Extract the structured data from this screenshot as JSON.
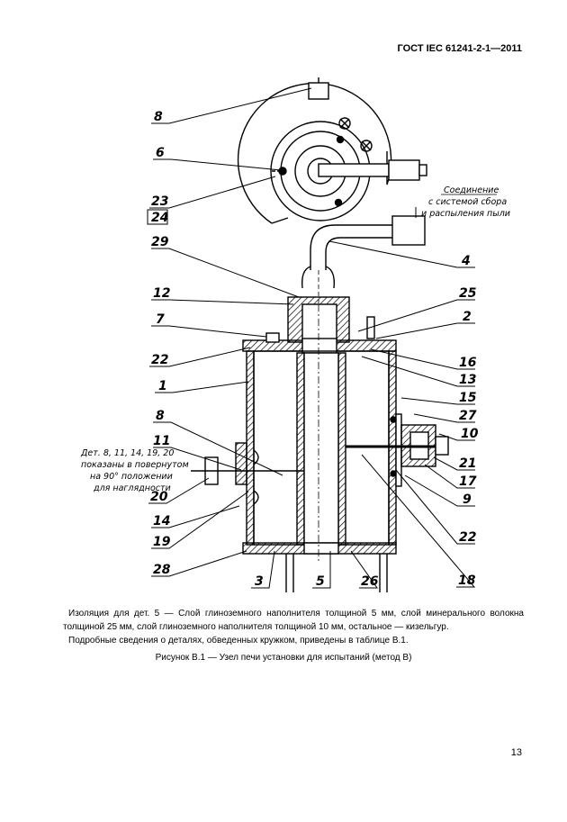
{
  "header": {
    "standard": "ГОСТ IEC 61241-2-1—2011"
  },
  "drawing": {
    "labels": {
      "l8a": "8",
      "l6": "6",
      "l23": "23",
      "l24": "24",
      "l29": "29",
      "l12": "12",
      "l7": "7",
      "l22a": "22",
      "l1": "1",
      "l8b": "8",
      "l11": "11",
      "l20": "20",
      "l14": "14",
      "l19": "19",
      "l28": "28",
      "l3": "3",
      "l5": "5",
      "l26": "26",
      "l18": "18",
      "l4": "4",
      "l25": "25",
      "l2": "2",
      "l16": "16",
      "l13": "13",
      "l15": "15",
      "l27": "27",
      "l10": "10",
      "l21": "21",
      "l17": "17",
      "l9": "9",
      "l22b": "22"
    },
    "connection_note": {
      "line1": "Соединение",
      "line2": "с системой сбора",
      "line3": "и распыления пыли"
    },
    "rotation_note": {
      "line1": "Дет. 8, 11, 14, 19, 20",
      "line2": "показаны в повернутом",
      "line3": "на 90° положении",
      "line4": "для наглядности"
    }
  },
  "notes": {
    "insulation": "Изоляция для дет. 5 — Слой глиноземного наполнителя толщиной 5 мм, слой минерального волокна толщиной 25 мм, слой глиноземного наполнителя толщиной 10 мм, остальное — кизельгур.",
    "details": "Подробные сведения о деталях, обведенных кружком, приведены в таблице В.1."
  },
  "figure_title": "Рисунок В.1 — Узел печи установки для испытаний (метод В)",
  "page_number": "13"
}
